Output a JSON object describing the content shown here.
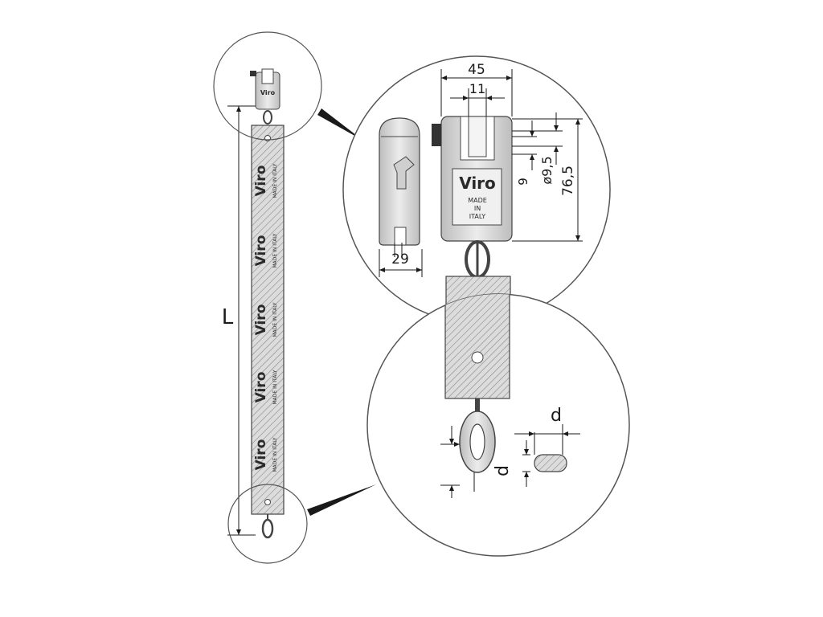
{
  "drawing": {
    "overall_length_label": "L",
    "brand": "Viro",
    "sleeve_marking": "MADE IN ITALY",
    "plate_marking": [
      "MADE",
      "IN",
      "ITALY"
    ],
    "dimensions": {
      "lock_width": "45",
      "shackle_slot_width": "11",
      "pin_diameter": "ø9,5",
      "shackle_gap": "9",
      "lock_height": "76,5",
      "lock_depth": "29",
      "link_diameter_a": "d",
      "link_diameter_b": "d"
    }
  }
}
